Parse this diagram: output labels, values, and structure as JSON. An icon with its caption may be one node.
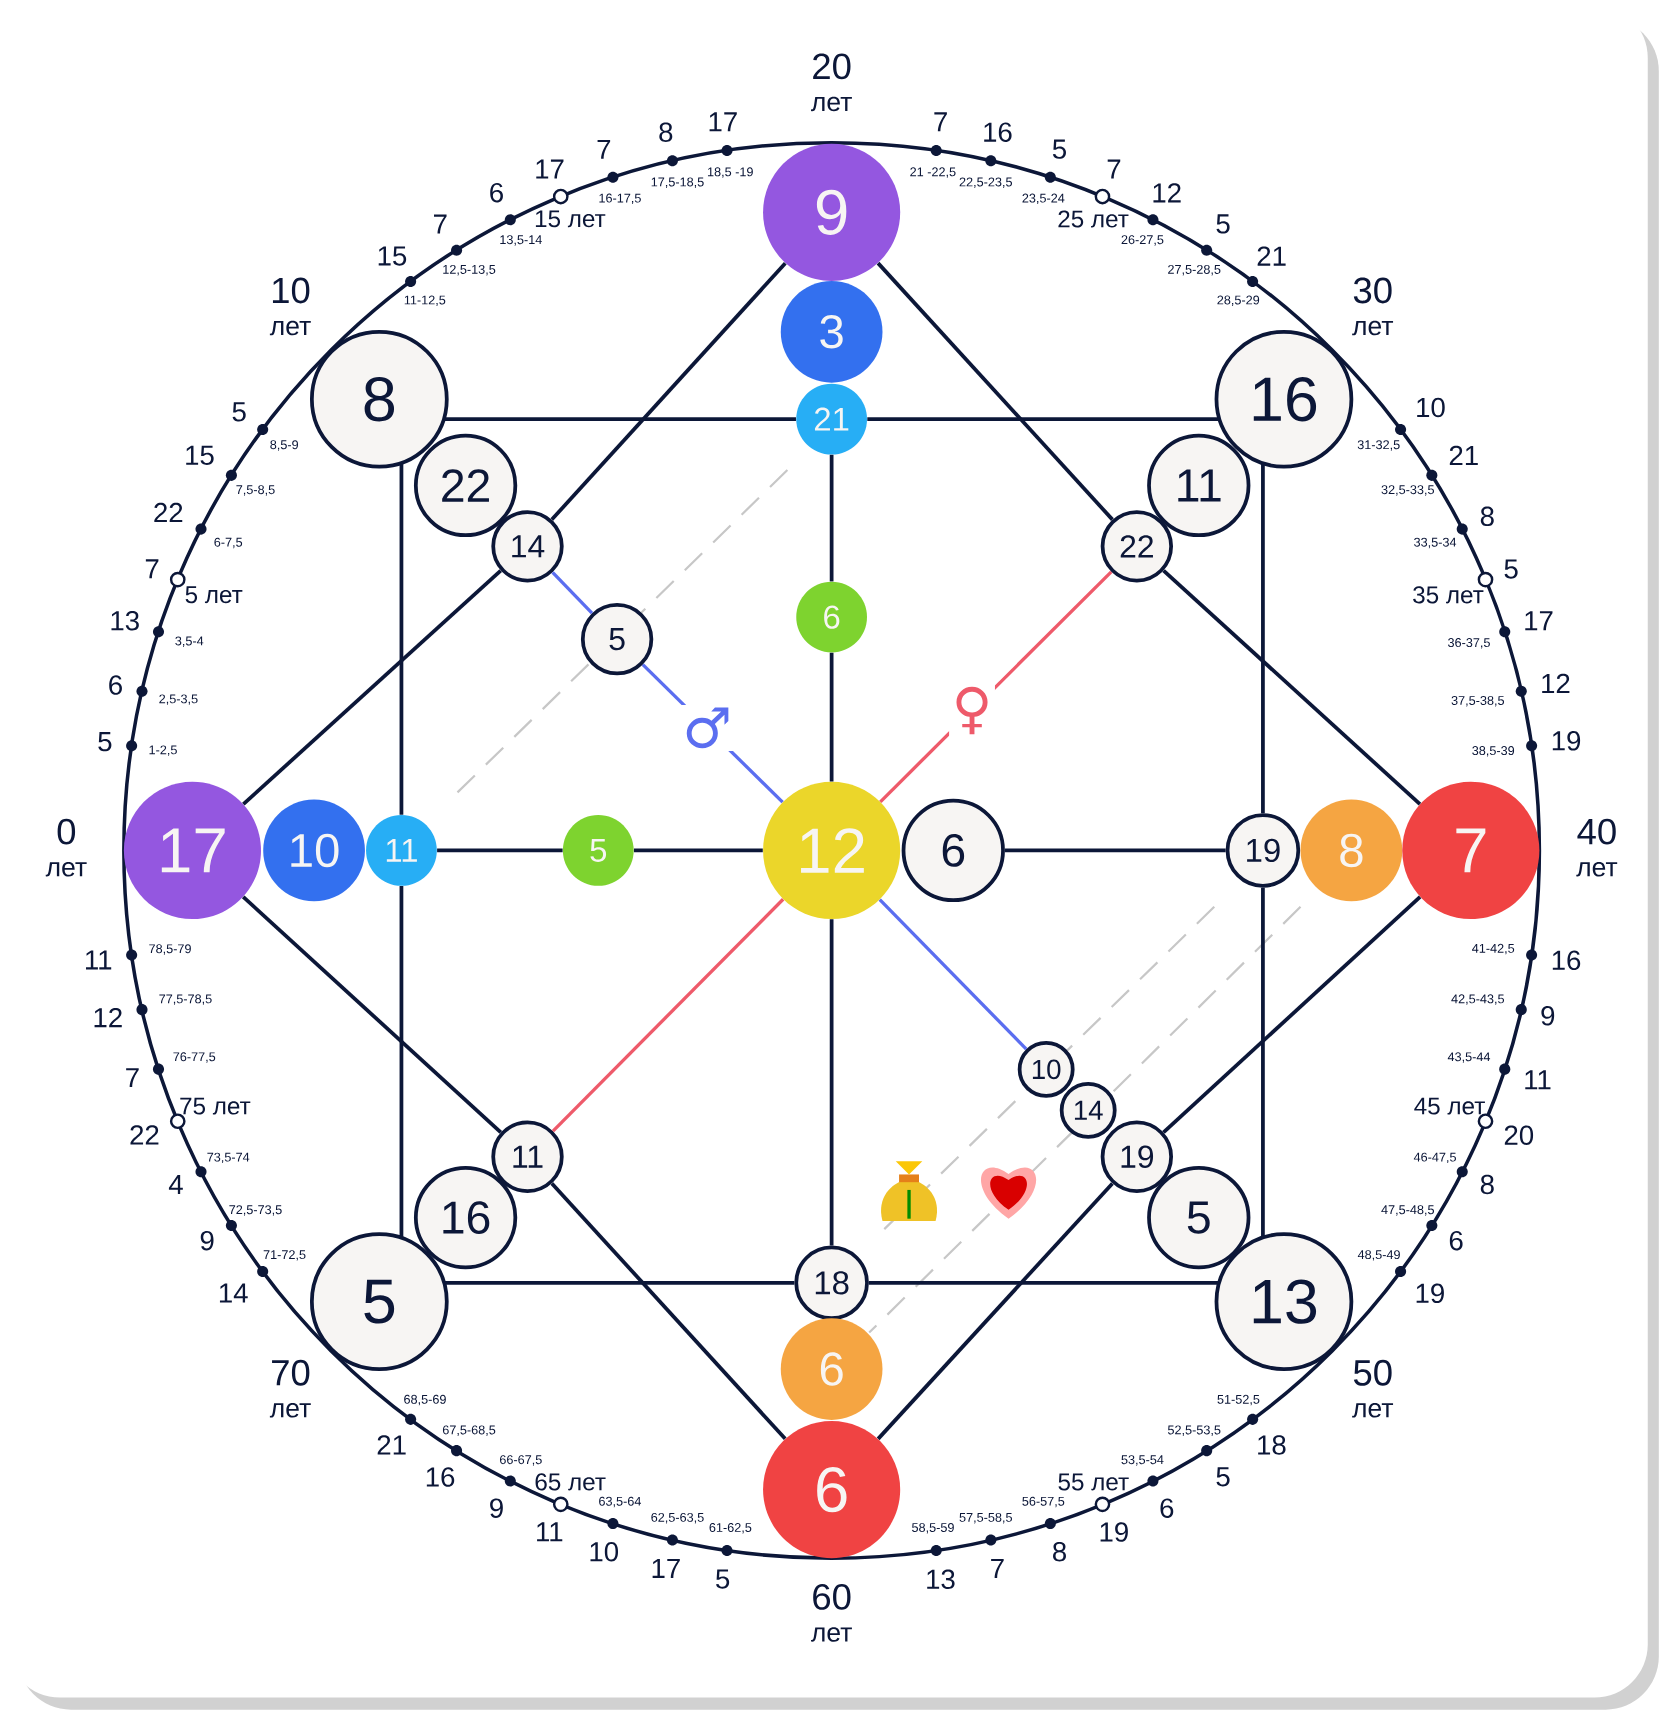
{
  "diagram": {
    "nodes": [
      {
        "text": [
          "9"
        ]
      },
      {
        "text": [
          "3"
        ]
      },
      {
        "text": [
          "8"
        ]
      },
      {
        "text": [
          "16"
        ]
      },
      {
        "text": [
          "21"
        ]
      },
      {
        "text": [
          "22"
        ]
      },
      {
        "text": [
          "11"
        ]
      },
      {
        "text": [
          "14"
        ]
      },
      {
        "text": [
          "22"
        ]
      },
      {
        "text": [
          "6"
        ]
      },
      {
        "text": [
          "5"
        ]
      },
      {
        "text": [
          "17"
        ]
      },
      {
        "text": [
          "10"
        ]
      },
      {
        "text": [
          "11"
        ]
      },
      {
        "text": [
          "5"
        ]
      },
      {
        "text": [
          "12"
        ]
      },
      {
        "text": [
          "6"
        ]
      },
      {
        "text": [
          "19"
        ]
      },
      {
        "text": [
          "8"
        ]
      },
      {
        "text": [
          "7"
        ]
      },
      {
        "text": [
          "10"
        ]
      },
      {
        "text": [
          "14"
        ]
      },
      {
        "text": [
          "11"
        ]
      },
      {
        "text": [
          "19"
        ]
      },
      {
        "text": [
          "16"
        ]
      },
      {
        "text": [
          "5"
        ]
      },
      {
        "text": [
          "18"
        ]
      },
      {
        "text": [
          "5"
        ]
      },
      {
        "text": [
          "13"
        ]
      },
      {
        "text": [
          "6"
        ]
      },
      {
        "text": [
          "6"
        ]
      }
    ],
    "edges": [
      {
        "from": 2,
        "to": 4,
        "arrow": "none"
      },
      {
        "from": 4,
        "to": 3,
        "arrow": "none"
      },
      {
        "from": 3,
        "to": 17,
        "arrow": "none"
      },
      {
        "from": 17,
        "to": 28,
        "arrow": "none"
      },
      {
        "from": 28,
        "to": 26,
        "arrow": "none"
      },
      {
        "from": 26,
        "to": 27,
        "arrow": "none"
      },
      {
        "from": 27,
        "to": 13,
        "arrow": "none"
      },
      {
        "from": 13,
        "to": 2,
        "arrow": "none"
      },
      {
        "from": 0,
        "to": 7,
        "arrow": "none"
      },
      {
        "from": 7,
        "to": 11,
        "arrow": "none"
      },
      {
        "from": 11,
        "to": 22,
        "arrow": "none"
      },
      {
        "from": 22,
        "to": 30,
        "arrow": "none"
      },
      {
        "from": 30,
        "to": 23,
        "arrow": "none"
      },
      {
        "from": 23,
        "to": 19,
        "arrow": "none"
      },
      {
        "from": 19,
        "to": 8,
        "arrow": "none"
      },
      {
        "from": 8,
        "to": 0,
        "arrow": "none"
      },
      {
        "from": 13,
        "to": 14,
        "arrow": "none"
      },
      {
        "from": 14,
        "to": 15,
        "arrow": "none"
      },
      {
        "from": 16,
        "to": 17,
        "arrow": "none"
      },
      {
        "from": 4,
        "to": 9,
        "arrow": "none"
      },
      {
        "from": 9,
        "to": 15,
        "arrow": "none"
      },
      {
        "from": 15,
        "to": 26,
        "arrow": "none"
      },
      {
        "from": 7,
        "to": 10,
        "arrow": "none",
        "color": "#5b6ef0"
      },
      {
        "from": 10,
        "to": 15,
        "arrow": "none",
        "color": "#5b6ef0",
        "label": "♂"
      },
      {
        "from": 15,
        "to": 20,
        "arrow": "none",
        "color": "#5b6ef0"
      },
      {
        "from": 8,
        "to": 15,
        "arrow": "none",
        "color": "#ee5a6a",
        "label": "♀"
      },
      {
        "from": 15,
        "to": 22,
        "arrow": "none",
        "color": "#ee5a6a"
      }
    ],
    "labels": [
      "0",
      "лет",
      "5",
      "1-2,5",
      "6",
      "2,5-3,5",
      "13",
      "3,5-4",
      "7",
      "5 лет",
      "22",
      "6-7,5",
      "15",
      "7,5-8,5",
      "5",
      "8,5-9",
      "10",
      "лет",
      "15",
      "11-12,5",
      "7",
      "12,5-13,5",
      "6",
      "13,5-14",
      "17",
      "15 лет",
      "7",
      "16-17,5",
      "8",
      "17,5-18,5",
      "17",
      "18,5 -19",
      "20",
      "лет",
      "7",
      "21 -22,5",
      "16",
      "22,5-23,5",
      "5",
      "23,5-24",
      "7",
      "25 лет",
      "12",
      "26-27,5",
      "5",
      "27,5-28,5",
      "21",
      "28,5-29",
      "30",
      "лет",
      "10",
      "31-32,5",
      "21",
      "32,5-33,5",
      "8",
      "33,5-34",
      "5",
      "35 лет",
      "17",
      "36-37,5",
      "12",
      "37,5-38,5",
      "19",
      "38,5-39",
      "40",
      "лет",
      "16",
      "41-42,5",
      "9",
      "42,5-43,5",
      "11",
      "43,5-44",
      "20",
      "45 лет",
      "8",
      "46-47,5",
      "6",
      "47,5-48,5",
      "19",
      "48,5-49",
      "50",
      "лет",
      "18",
      "51-52,5",
      "5",
      "52,5-53,5",
      "6",
      "53,5-54",
      "19",
      "55 лет",
      "8",
      "56-57,5",
      "7",
      "57,5-58,5",
      "13",
      "58,5-59",
      "60",
      "лет",
      "5",
      "61-62,5",
      "17",
      "62,5-63,5",
      "10",
      "63,5-64",
      "11",
      "65 лет",
      "9",
      "66-67,5",
      "16",
      "67,5-68,5",
      "21",
      "68,5-69",
      "70",
      "лет",
      "14",
      "71-72,5",
      "9",
      "72,5-73,5",
      "4",
      "73,5-74",
      "22",
      "75 лет",
      "7",
      "76-77,5",
      "12",
      "77,5-78,5",
      "11",
      "78,5-79"
    ]
  }
}
